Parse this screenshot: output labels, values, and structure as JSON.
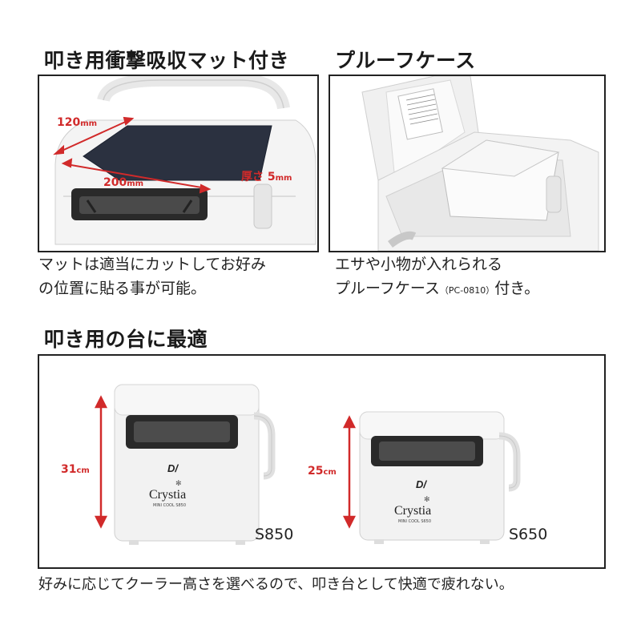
{
  "section1": {
    "heading": "叩き用衝撃吸収マット付き",
    "dim_width": "120",
    "dim_width_unit": "mm",
    "dim_length": "200",
    "dim_length_unit": "mm",
    "dim_thickness": "厚さ 5",
    "dim_thickness_unit": "mm",
    "caption_line1": "マットは適当にカットしてお好み",
    "caption_line2": "の位置に貼る事が可能。"
  },
  "section2": {
    "heading": "プルーフケース",
    "caption_line1": "エサや小物が入れられる",
    "caption_line2_main": "プルーフケース",
    "caption_line2_model": "（PC-0810）",
    "caption_line2_tail": "付き。"
  },
  "section3": {
    "heading": "叩き用の台に最適",
    "left": {
      "height": "31",
      "unit": "cm",
      "model": "S850",
      "brand": "Crystia",
      "sub": "MINI COOL S850"
    },
    "right": {
      "height": "25",
      "unit": "cm",
      "model": "S650",
      "brand": "Crystia",
      "sub": "MINI COOL S650"
    },
    "caption": "好みに応じてクーラー高さを選べるので、叩き台として快適で疲れない。"
  },
  "colors": {
    "accent": "#d12a2a",
    "mat": "#2b3140",
    "cooler": "#f2f2f2",
    "border": "#222222"
  }
}
